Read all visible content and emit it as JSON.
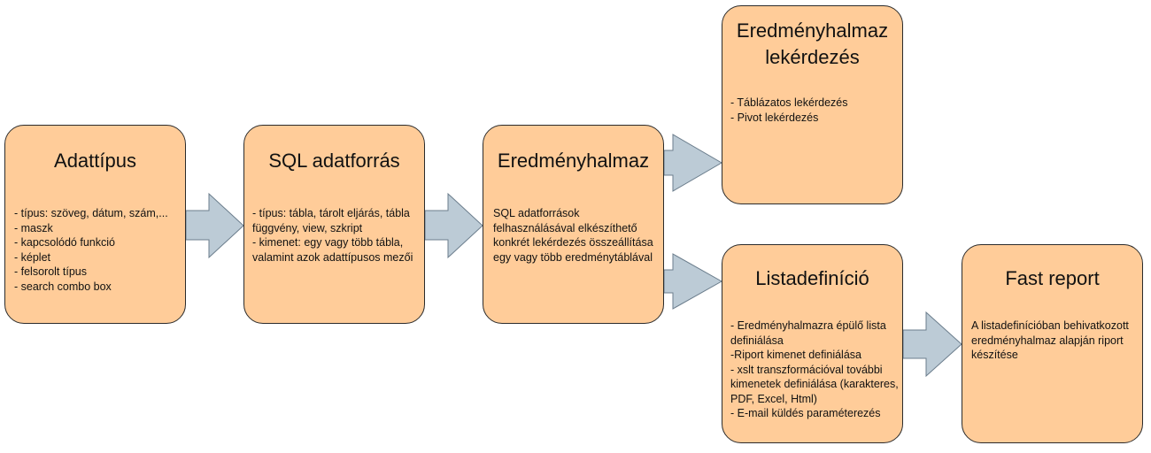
{
  "colors": {
    "box_fill": "#ffcc99",
    "box_stroke": "#2b2b2b",
    "arrow_fill": "#bccbd6",
    "arrow_stroke": "#6b7d8c"
  },
  "boxes": {
    "adattipus": {
      "title": "Adattípus",
      "body": "- típus: szöveg, dátum, szám,...\n- maszk\n- kapcsolódó funkció\n- képlet\n- felsorolt típus\n- search combo box"
    },
    "sql_adatforras": {
      "title": "SQL adatforrás",
      "body": "- típus: tábla, tárolt eljárás, tábla függvény, view, szkript\n- kimenet: egy vagy több tábla, valamint azok adattípusos mezői"
    },
    "eredmenyhalmaz": {
      "title": "Eredményhalmaz",
      "body": "SQL adatforrások felhasználásával elkészíthető konkrét lekérdezés összeállítása egy vagy több eredménytáblával"
    },
    "eredmenyhalmaz_lekerdezes": {
      "title": "Eredményhalmaz\nlekérdezés",
      "body": "- Táblázatos lekérdezés\n- Pivot lekérdezés"
    },
    "listadefinicio": {
      "title": "Listadefiníció",
      "body": "- Eredményhalmazra épülő lista definiálása\n-Riport kimenet definiálása\n- xslt transzformációval további kimenetek definiálása (karakteres, PDF, Excel, Html)\n- E-mail küldés paraméterezés"
    },
    "fast_report": {
      "title": "Fast report",
      "body": "A listadefinícióban behivatkozott eredményhalmaz alapján riport készítése"
    }
  }
}
